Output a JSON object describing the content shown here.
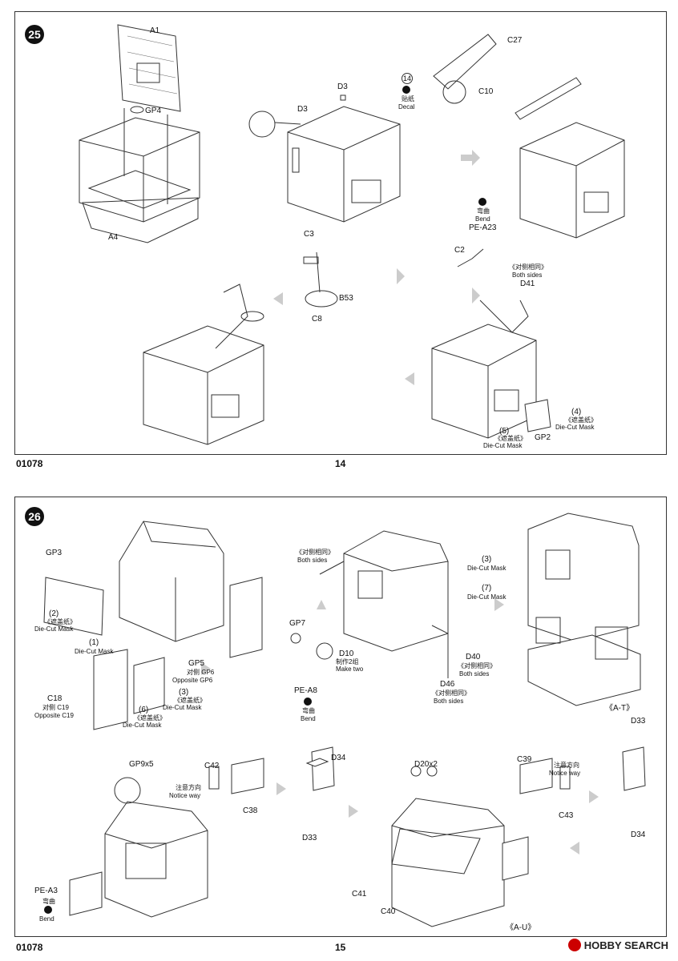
{
  "page_top": {
    "step": "25",
    "footer_code": "01078",
    "page_number": "14",
    "labels": {
      "A1": "A1",
      "GP4": "GP4",
      "A4": "A4",
      "D3a": "D3",
      "D3b": "D3",
      "C27": "C27",
      "C10": "C10",
      "decal_num": "14",
      "decal_cn": "贴纸",
      "decal_en": "Decal",
      "bend_cn": "弯曲",
      "bend_en": "Bend",
      "PEA23": "PE-A23",
      "C2": "C2",
      "C3": "C3",
      "B53": "B53",
      "C8": "C8",
      "both_cn": "《对侧相同》",
      "both_en": "Both sides",
      "D41": "D41",
      "m4": "(4)",
      "m4_cn": "《遮盖纸》",
      "m4_en": "Die-Cut Mask",
      "m5": "(5)",
      "m5_cn": "《遮盖纸》",
      "m5_en": "Die-Cut Mask",
      "GP2": "GP2"
    }
  },
  "page_bottom": {
    "step": "26",
    "footer_code": "01078",
    "page_number": "15",
    "labels": {
      "GP3": "GP3",
      "m2": "(2)",
      "m2_cn": "《遮盖纸》",
      "m2_en": "Die-Cut Mask",
      "m1": "(1)",
      "m1_en": "Die-Cut Mask",
      "GP5": "GP5",
      "GP6_cn": "对侧 GP6",
      "GP6_en": "Opposite GP6",
      "m3": "(3)",
      "m3_cn": "《遮盖纸》",
      "m3_en": "Die-Cut Mask",
      "m6": "(6)",
      "m6_cn": "《遮盖纸》",
      "m6_en": "Die-Cut Mask",
      "C18": "C18",
      "C19_cn": "对侧  C19",
      "C19_en": "Opposite C19",
      "both1_cn": "《对侧相同》",
      "both1_en": "Both sides",
      "m3b": "(3)",
      "m3b_en": "Die-Cut Mask",
      "m7": "(7)",
      "m7_en": "Die-Cut Mask",
      "GP7": "GP7",
      "D10": "D10",
      "make2_cn": "制作2组",
      "make2_en": "Make two",
      "PEA8": "PE-A8",
      "bend_cn": "弯曲",
      "bend_en": "Bend",
      "D40": "D40",
      "both2_cn": "《对侧相同》",
      "both2_en": "Both sides",
      "D46": "D46",
      "both3_cn": "《对侧相同》",
      "both3_en": "Both sides",
      "AT": "《A-T》",
      "GP9x5": "GP9x5",
      "C42": "C42",
      "notice1_cn": "注意方向",
      "notice1_en": "Notice way",
      "C38": "C38",
      "D34a": "D34",
      "D33a": "D33",
      "D20x2": "D20x2",
      "C39": "C39",
      "notice2_cn": "注意方向",
      "notice2_en": "Notice way",
      "C43": "C43",
      "D33b": "D33",
      "D34b": "D34",
      "PEA3": "PE-A3",
      "bend2_cn": "弯曲",
      "bend2_en": "Bend",
      "C41": "C41",
      "C40": "C40",
      "AU": "《A-U》"
    }
  },
  "watermark": {
    "text": "HOBBY SEARCH"
  }
}
